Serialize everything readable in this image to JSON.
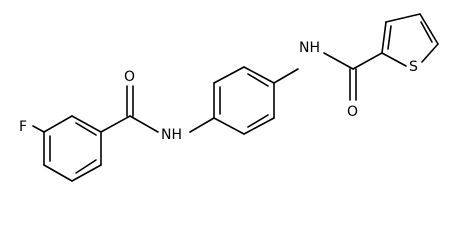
{
  "molecule": {
    "atoms": {
      "fluorine": "F",
      "oxygen_left": "O",
      "nh_left": "NH",
      "nh_right": "NH",
      "oxygen_right": "O",
      "sulfur": "S"
    }
  }
}
